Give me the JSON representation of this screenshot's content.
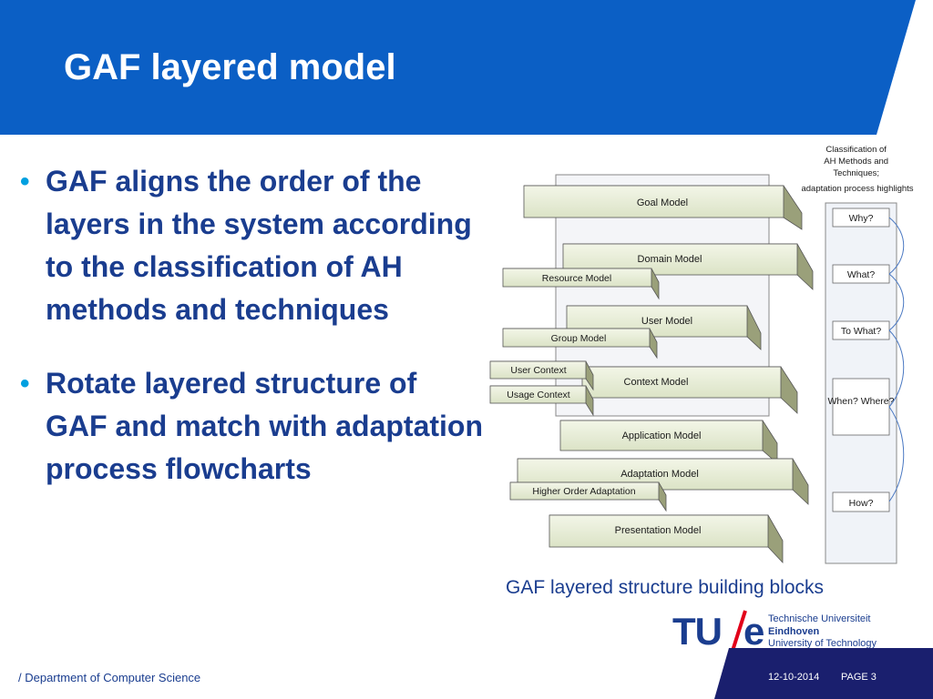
{
  "slide": {
    "title": "GAF layered model",
    "bullets": [
      "GAF aligns the order of the layers in the system according to the classification of AH methods and techniques",
      "Rotate layered structure of GAF and match with adaptation process flowcharts"
    ]
  },
  "diagram": {
    "classification_title": [
      "Classification of",
      "AH Methods and",
      "Techniques;",
      "adaptation process highlights"
    ],
    "layers": [
      "Goal Model",
      "Domain Model",
      "User Model",
      "Context Model",
      "Application Model",
      "Adaptation Model",
      "Presentation Model"
    ],
    "side_blocks": [
      "Resource Model",
      "Group Model",
      "User Context",
      "Usage Context",
      "Higher Order Adaptation"
    ],
    "questions": [
      "Why?",
      "What?",
      "To What?",
      "When? Where?",
      "How?"
    ],
    "caption": "GAF layered structure building blocks"
  },
  "logo": {
    "mark": "TU/e",
    "lines": [
      "Technische Universiteit",
      "Eindhoven",
      "University of Technology"
    ]
  },
  "footer": {
    "department": "/ Department of Computer Science",
    "date": "12-10-2014",
    "page": "PAGE 3"
  },
  "colors": {
    "brand_blue": "#0b5fc5",
    "dark_navy": "#1a1f6e",
    "text_blue": "#1a3d8f",
    "bullet_cyan": "#00a0e0",
    "block_fill": "#eaf0d8"
  }
}
